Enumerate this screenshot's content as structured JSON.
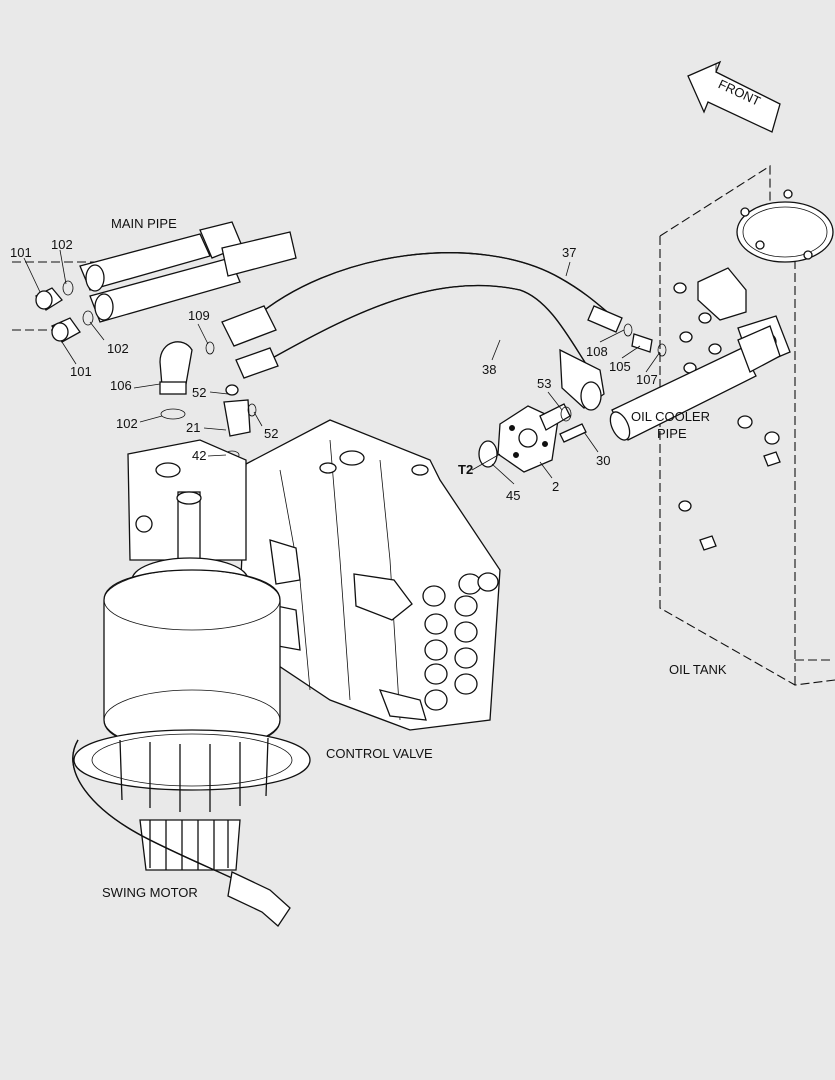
{
  "labels": {
    "front": "FRONT",
    "main_pipe": "MAIN PIPE",
    "oil_cooler_pipe_line1": "OIL COOLER",
    "oil_cooler_pipe_line2": "PIPE",
    "oil_tank": "OIL TANK",
    "control_valve": "CONTROL VALVE",
    "swing_motor": "SWING MOTOR",
    "port_t2": "T2"
  },
  "callouts": {
    "c101a": "101",
    "c102a": "102",
    "c102b": "102",
    "c101b": "101",
    "c109": "109",
    "c106": "106",
    "c102c": "102",
    "c52a": "52",
    "c21": "21",
    "c52b": "52",
    "c42": "42",
    "c37": "37",
    "c38": "38",
    "c108": "108",
    "c105": "105",
    "c107": "107",
    "c53": "53",
    "c30": "30",
    "c45": "45",
    "c2": "2"
  }
}
